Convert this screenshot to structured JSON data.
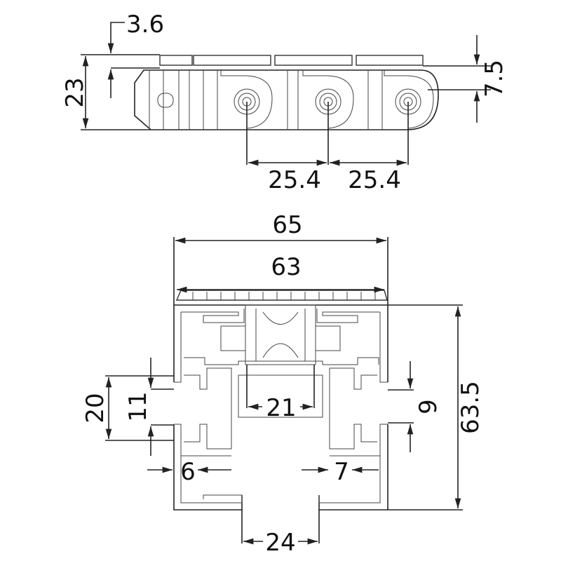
{
  "side_view": {
    "dimensions": {
      "plate_thickness": "3.6",
      "total_height": "23",
      "pin_height": "7.5",
      "pitch_1": "25.4",
      "pitch_2": "25.4"
    }
  },
  "cross_section": {
    "dimensions": {
      "overall_width": "65",
      "plate_width": "63",
      "profile_height": "63.5",
      "slot_height_outer": "20",
      "slot_height_inner": "11",
      "right_slot": "9",
      "channel_width": "21",
      "left_wall": "6",
      "right_wall": "7",
      "bottom_opening": "24"
    }
  },
  "colors": {
    "line": "#222222",
    "background": "#ffffff"
  }
}
